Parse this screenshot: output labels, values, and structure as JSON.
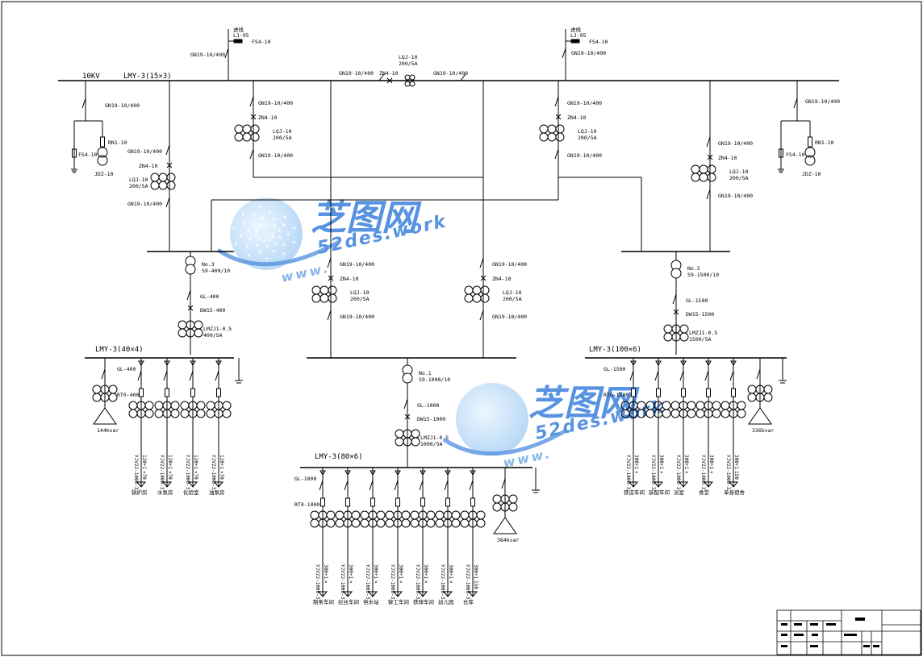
{
  "colors": {
    "line": "#000000",
    "watermark": "#1f6fd6",
    "watermark_light": "#9cc8f2"
  },
  "watermark": {
    "brand": "芝图网",
    "url": "52des.work",
    "url_prefix": "www."
  },
  "incoming": {
    "left": {
      "label1": "进线",
      "label2": "LJ-95",
      "arrester": "FS4-10",
      "switch": "GN19-10/400"
    },
    "right": {
      "label1": "进线",
      "label2": "LJ-95",
      "arrester": "FS4-10",
      "switch": "GN19-10/400"
    }
  },
  "main_bus": {
    "voltage": "10KV",
    "busbar": "LMY-3(15×3)"
  },
  "bus_tie": {
    "switch_left": "GN19-10/400",
    "breaker": "ZN4-10",
    "ct": "LQJ-10",
    "ct_ratio": "200/5A",
    "switch_right": "GN19-10/400"
  },
  "pt_left": {
    "switch": "GN19-10/400",
    "fuse": "RN1-10",
    "arrester": "FS4-10",
    "pt": "JDZ-10"
  },
  "pt_right": {
    "switch": "GN19-10/400",
    "fuse": "RN1-10",
    "arrester": "FS4-10",
    "pt": "JDZ-10"
  },
  "feeders_10kv": [
    {
      "top_switch": "GN19-10/400",
      "breaker": "ZN4-10",
      "ct": "LQJ-10",
      "ct_ratio": "200/5A",
      "bottom_switch": "GN19-10/400"
    },
    {
      "top_switch": "GN19-10/400",
      "breaker": "ZN4-10",
      "ct": "LQJ-10",
      "ct_ratio": "200/5A",
      "bottom_switch": "GN19-10/400"
    },
    {
      "top_switch": "GN19-10/400",
      "breaker": "ZN4-10",
      "ct": "LQJ-10",
      "ct_ratio": "200/5A",
      "bottom_switch": "GN19-10/400"
    },
    {
      "top_switch": "GN19-10/400",
      "breaker": "ZN4-10",
      "ct": "LQJ-10",
      "ct_ratio": "200/5A",
      "bottom_switch": "GN19-10/400"
    },
    {
      "top_switch": "GN19-10/400",
      "breaker": "ZN4-10",
      "ct": "LQJ-10",
      "ct_ratio": "200/5A",
      "bottom_switch": "GN19-10/400"
    },
    {
      "top_switch": "GN19-10/400",
      "breaker": "ZN4-10",
      "ct": "LQJ-10",
      "ct_ratio": "200/5A",
      "bottom_switch": "GN19-10/400"
    }
  ],
  "transformers": [
    {
      "no": "No.3",
      "model": "S9-400/10",
      "gl": "GL-400",
      "dw": "DW15-400",
      "ct": "LMZJ1-0.5",
      "ct_ratio": "400/5A",
      "bus": "LMY-3(40×4)",
      "branch_gl": "GL-400",
      "branch_rt": "RT0-400",
      "capacitor": "144kvar",
      "loads": [
        {
          "cable": "YJV22-1000-3",
          "size": "120+1",
          "x": "×70",
          "name": "锅炉房"
        },
        {
          "cable": "YJV22-1000-3",
          "size": "120+1",
          "x": "×70",
          "name": "水泵房"
        },
        {
          "cable": "YJV22-1000-3",
          "size": "120+1",
          "x": "×70",
          "name": "化验室"
        },
        {
          "cable": "YJV22-1000-3",
          "size": "120+1",
          "x": "×70",
          "name": "油泵房"
        }
      ]
    },
    {
      "no": "No.1",
      "model": "S9-1000/10",
      "gl": "GL-1000",
      "dw": "DW15-1000",
      "ct": "LMZJ1-0.5",
      "ct_ratio": "1000/5A",
      "bus": "LMY-3(80×6)",
      "branch_gl": "GL-1000",
      "branch_rt": "RT0-1000",
      "capacitor": "384kvar",
      "loads": [
        {
          "cable": "YJV22-1000-3",
          "size": "300+1",
          "x": "×",
          "name": "制条车间"
        },
        {
          "cable": "YJV22-1000-3",
          "size": "300+1",
          "x": "×",
          "name": "拉丝车间"
        },
        {
          "cable": "YJV22-1000-3",
          "size": "300+1",
          "x": "×",
          "name": "供水站"
        },
        {
          "cable": "YJV22-1000-3",
          "size": "300+1",
          "x": "×",
          "name": "铆工车间"
        },
        {
          "cable": "YJV22-1000-3",
          "size": "300+1",
          "x": "×",
          "name": "铁球车间"
        },
        {
          "cable": "YJV22-1000-3",
          "size": "300+1",
          "x": "×",
          "name": "幼儿园"
        },
        {
          "cable": "YJV22-1000-3",
          "size": "300+1",
          "x": "150",
          "name": "仓库"
        }
      ]
    },
    {
      "no": "No.2",
      "model": "S9-1500/10",
      "gl": "GL-1500",
      "dw": "DW15-1500",
      "ct": "LMZJ1-0.5",
      "ct_ratio": "1500/5A",
      "bus": "LMY-3(100×6)",
      "branch_gl": "GL-1500",
      "branch_rt": "RT0-1500",
      "capacitor": "336kvar",
      "loads": [
        {
          "cable": "YJV22-1000-3",
          "size": "300+1",
          "x": "×",
          "name": "铁造车间"
        },
        {
          "cable": "YJV22-1000-3",
          "size": "300+1",
          "x": "×",
          "name": "装配车间"
        },
        {
          "cable": "YJV22-1000-3",
          "size": "300+1",
          "x": "×",
          "name": "浴室"
        },
        {
          "cable": "YJV22-1000-3",
          "size": "300+1",
          "x": "×",
          "name": "食堂"
        },
        {
          "cable": "YJV22-1000-3",
          "size": "300+1",
          "x": "150",
          "name": "单身宿舍"
        }
      ]
    }
  ]
}
